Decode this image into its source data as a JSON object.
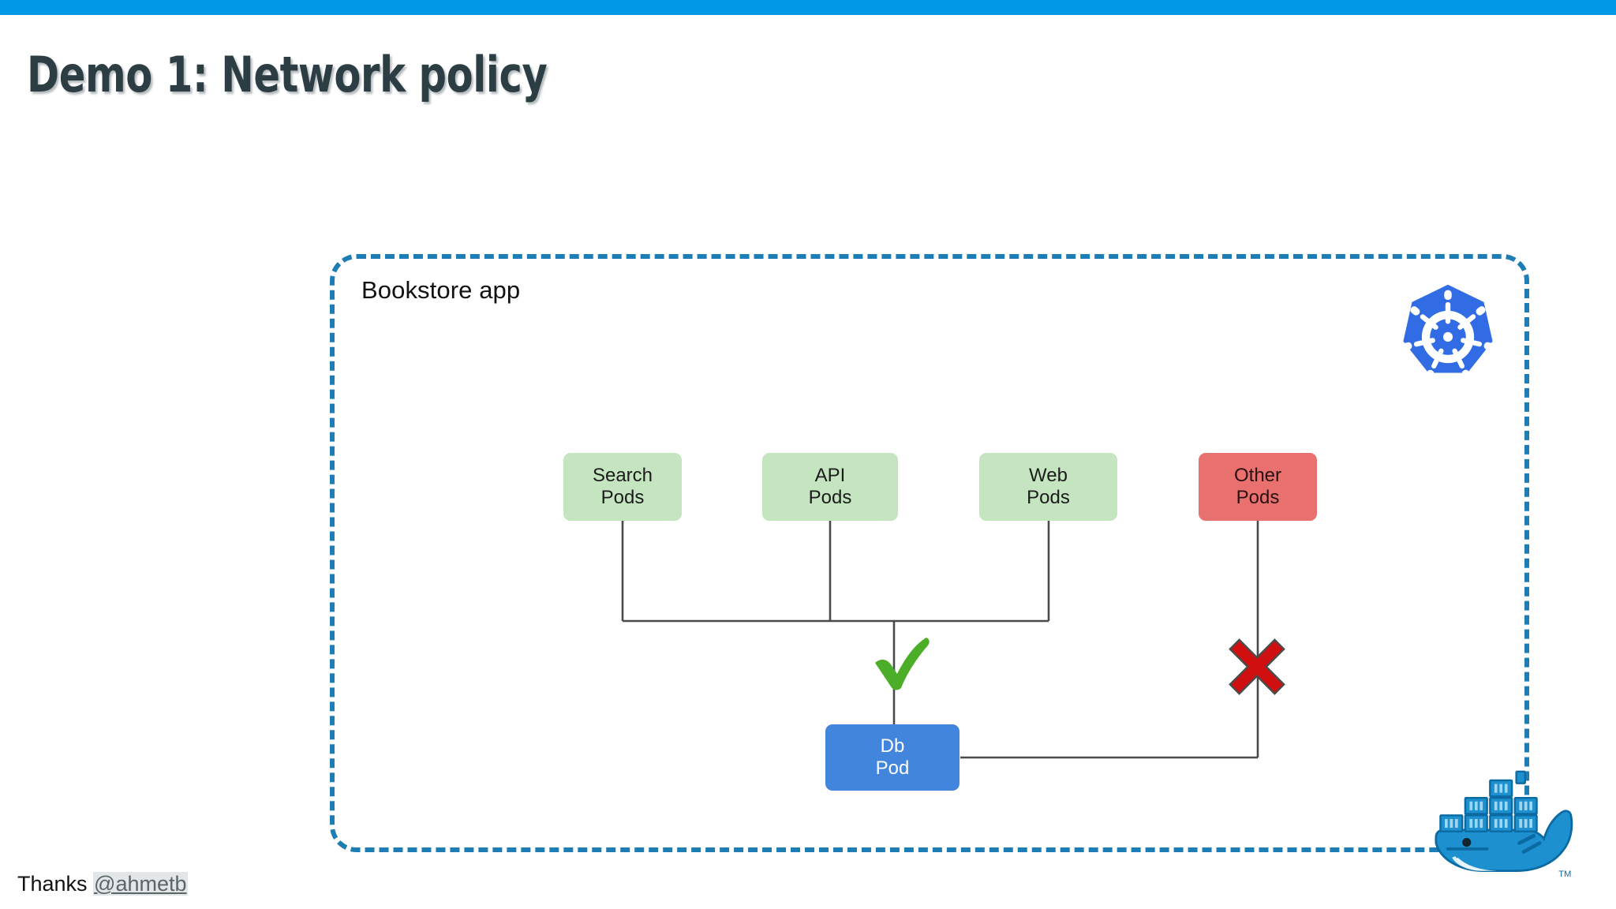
{
  "slide": {
    "title": "Demo 1: Network policy",
    "top_bar_color": "#0099e5",
    "title_color": "#2c3e44",
    "background_color": "#ffffff"
  },
  "namespace": {
    "label": "Bookstore app",
    "border_color": "#1f7db5",
    "border_style": "dashed"
  },
  "diagram": {
    "type": "network-policy",
    "nodes": [
      {
        "id": "search",
        "label_line1": "Search",
        "label_line2": "Pods",
        "color": "#c5e5c0",
        "kind": "allowed-client"
      },
      {
        "id": "api",
        "label_line1": "API",
        "label_line2": "Pods",
        "color": "#c5e5c0",
        "kind": "allowed-client"
      },
      {
        "id": "web",
        "label_line1": "Web",
        "label_line2": "Pods",
        "color": "#c5e5c0",
        "kind": "allowed-client"
      },
      {
        "id": "other",
        "label_line1": "Other",
        "label_line2": "Pods",
        "color": "#e8716f",
        "kind": "denied-client"
      },
      {
        "id": "db",
        "label_line1": "Db",
        "label_line2": "Pod",
        "color": "#4285dc",
        "kind": "target"
      }
    ],
    "edges": [
      {
        "from": "search",
        "to": "db",
        "verdict": "allow"
      },
      {
        "from": "api",
        "to": "db",
        "verdict": "allow"
      },
      {
        "from": "web",
        "to": "db",
        "verdict": "allow"
      },
      {
        "from": "other",
        "to": "db",
        "verdict": "deny"
      }
    ],
    "verdicts": {
      "allow_icon": "green-check-icon",
      "allow_color": "#4cae28",
      "deny_icon": "red-cross-icon",
      "deny_color": "#d01010"
    },
    "line_color": "#4a4a4a"
  },
  "logos": {
    "kubernetes": {
      "name": "kubernetes-logo",
      "color": "#326ce5"
    },
    "docker": {
      "name": "docker-logo",
      "color": "#1d91d0",
      "trademark": "TM"
    }
  },
  "credit": {
    "prefix": "Thanks ",
    "handle": "@ahmetb"
  }
}
